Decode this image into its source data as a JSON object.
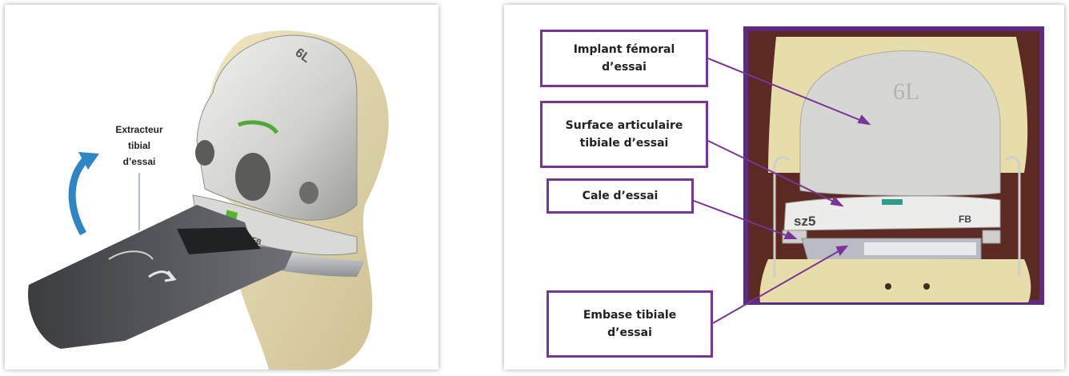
{
  "colors": {
    "label_border": "#7a3497",
    "photo_frame": "#5e2a84",
    "arrow_blue": "#2f86c4",
    "implant_grey": "#d8d8d6",
    "bone": "#e9e2b8",
    "green_mark": "#59b32e"
  },
  "left_panel": {
    "extractor_label": [
      "Extracteur",
      "tibial",
      "d’essai"
    ],
    "femoral_size_marking": "6L",
    "insert_marking": "FB",
    "rotation_arrow_icon": "curved-arrow-icon"
  },
  "right_panel": {
    "labels": {
      "femoral": [
        "Implant fémoral",
        "d’essai"
      ],
      "surface": [
        "Surface articulaire",
        "tibiale d’essai"
      ],
      "cale": [
        "Cale d’essai"
      ],
      "embase": [
        "Embase tibiale",
        "d’essai"
      ]
    },
    "photo_markings": {
      "femoral_size": "6L",
      "insert_size": "sz5",
      "insert_type": "FB"
    }
  }
}
